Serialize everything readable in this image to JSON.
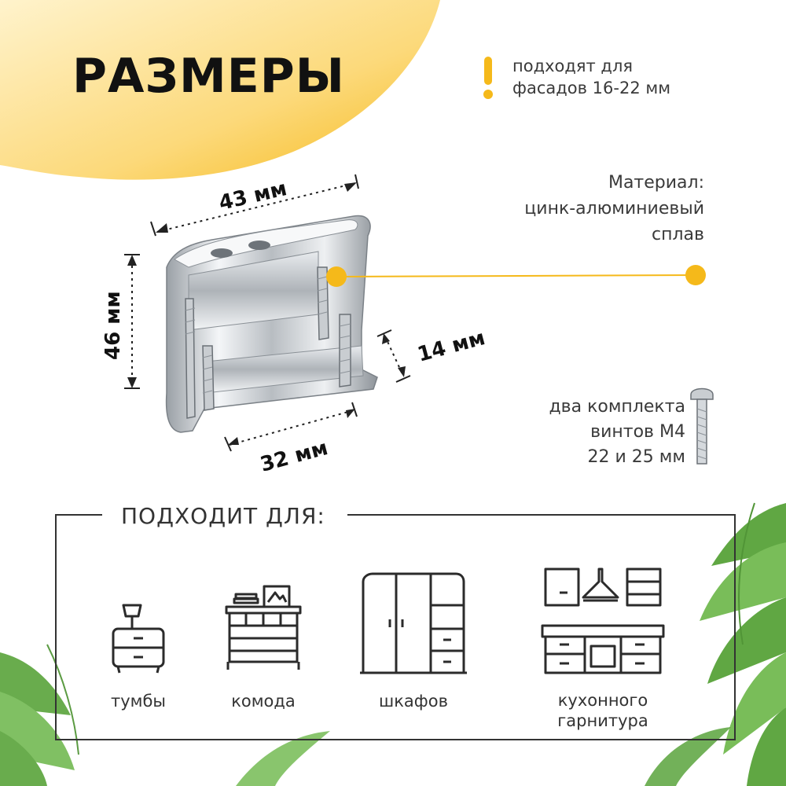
{
  "header": {
    "title": "РАЗМЕРЫ",
    "fit_note_line1": "подходят для",
    "fit_note_line2": "фасадов 16-22 мм"
  },
  "dimensions": {
    "width_top": "43 мм",
    "height": "46 мм",
    "depth": "14 мм",
    "width_bottom": "32 мм"
  },
  "material": {
    "line1": "Материал:",
    "line2": "цинк-алюминиевый",
    "line3": "сплав"
  },
  "screws": {
    "line1": "два комплекта",
    "line2": "винтов М4",
    "line3": "22 и 25 мм"
  },
  "fits": {
    "heading": "ПОДХОДИТ ДЛЯ:",
    "items": [
      {
        "label": "тумбы",
        "icon": "nightstand-icon"
      },
      {
        "label": "комода",
        "icon": "dresser-icon"
      },
      {
        "label": "шкафов",
        "icon": "wardrobe-icon"
      },
      {
        "label_line1": "кухонного",
        "label_line2": "гарнитура",
        "icon": "kitchen-icon"
      }
    ]
  },
  "colors": {
    "accent": "#f5b91a",
    "accent_light": "#fde7a6",
    "leaf": "#5aa83a"
  }
}
